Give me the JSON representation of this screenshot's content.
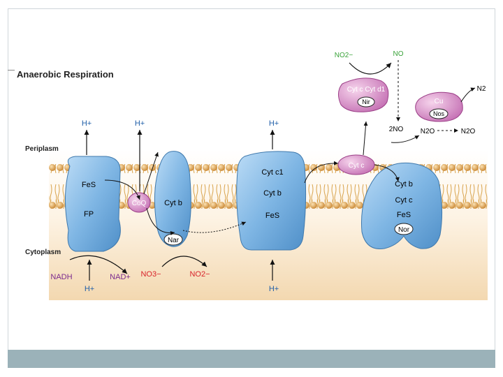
{
  "title": "Anaerobic Respiration",
  "regions": {
    "periplasm": "Periplasm",
    "cytoplasm": "Cytoplasm"
  },
  "protons": {
    "h_plus": "H+"
  },
  "complex1": {
    "fes": "FeS",
    "fp": "FP",
    "nadh": "NADH",
    "nad_plus": "NAD+"
  },
  "quinone": {
    "label": "CoQ"
  },
  "nar_complex": {
    "cyt_b": "Cyt b",
    "nar": "Nar",
    "no3": "NO3−",
    "no2": "NO2−"
  },
  "complex3": {
    "cyt_c1": "Cyt c1",
    "cyt_b": "Cyt b",
    "fes": "FeS"
  },
  "cyt_c_mobile": {
    "label": "Cyt c"
  },
  "nir_complex": {
    "line": "Cyt c  Cyt d1",
    "nir": "Nir",
    "no2": "NO2−",
    "no": "NO"
  },
  "nor_complex": {
    "cyt_b": "Cyt b",
    "cyt_c": "Cyt c",
    "fes": "FeS",
    "nor": "Nor",
    "two_no": "2NO"
  },
  "nos_complex": {
    "cu": "Cu",
    "nos": "Nos",
    "n2o_left": "N2O",
    "n2o_right": "N2O",
    "n2": "N2"
  },
  "colors": {
    "protein_blue": "#7fb6e4",
    "protein_edge": "#3f79ad",
    "pink": "#d98fc9",
    "green_label": "#3aa33a",
    "red_label": "#d8232a",
    "purple_label": "#7a2a8e",
    "blue_label": "#1f5ea8",
    "membrane_head": "#e3a75a",
    "footer": "#9bb2b9"
  }
}
